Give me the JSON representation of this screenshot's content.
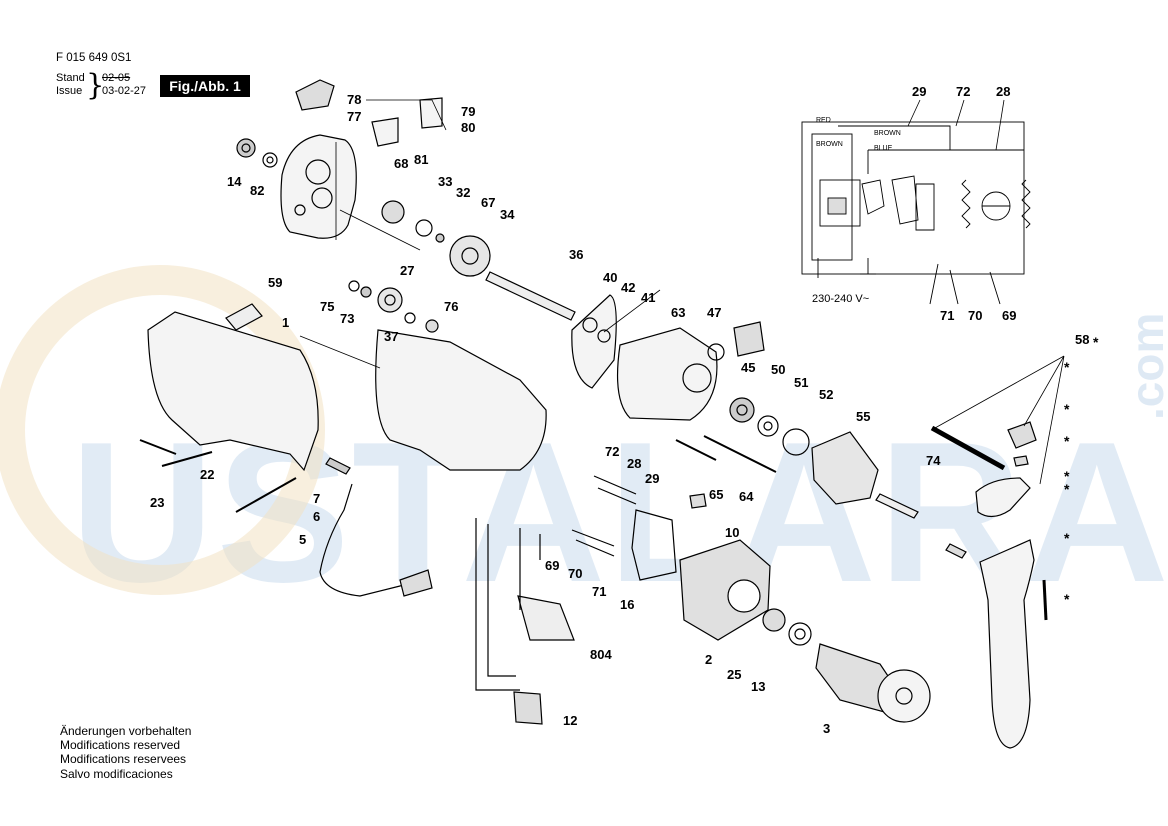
{
  "header": {
    "code": "F 015 649 0S1",
    "stand_label": "Stand",
    "issue_label": "Issue",
    "stand_value": "02-05",
    "issue_value": "03-02-27",
    "figure": "Fig./Abb. 1"
  },
  "footer": {
    "line1": "Änderungen vorbehalten",
    "line2": "Modifications reserved",
    "line3": "Modifications reservees",
    "line4": "Salvo modificaciones"
  },
  "watermark": {
    "text": "USTALARA",
    "suffix": ".com"
  },
  "colors": {
    "watermark": "#c9dcee",
    "logo_circle": "#f3e2c2"
  },
  "wiring": {
    "labels": {
      "red": "RED",
      "brown_top": "BROWN",
      "brown_left": "BROWN",
      "blue": "BLUE",
      "voltage": "230-240 V~"
    },
    "callouts": [
      "29",
      "72",
      "28",
      "71",
      "70",
      "69"
    ]
  },
  "parts": [
    {
      "n": "78"
    },
    {
      "n": "77"
    },
    {
      "n": "79"
    },
    {
      "n": "80"
    },
    {
      "n": "81"
    },
    {
      "n": "68"
    },
    {
      "n": "14"
    },
    {
      "n": "82"
    },
    {
      "n": "33"
    },
    {
      "n": "32"
    },
    {
      "n": "67"
    },
    {
      "n": "34"
    },
    {
      "n": "27"
    },
    {
      "n": "36"
    },
    {
      "n": "40"
    },
    {
      "n": "42"
    },
    {
      "n": "41"
    },
    {
      "n": "63"
    },
    {
      "n": "47"
    },
    {
      "n": "45"
    },
    {
      "n": "59"
    },
    {
      "n": "1"
    },
    {
      "n": "75"
    },
    {
      "n": "73"
    },
    {
      "n": "76"
    },
    {
      "n": "37"
    },
    {
      "n": "50"
    },
    {
      "n": "51"
    },
    {
      "n": "52"
    },
    {
      "n": "55"
    },
    {
      "n": "58"
    },
    {
      "n": "74"
    },
    {
      "n": "72"
    },
    {
      "n": "28"
    },
    {
      "n": "29"
    },
    {
      "n": "65"
    },
    {
      "n": "64"
    },
    {
      "n": "10"
    },
    {
      "n": "22"
    },
    {
      "n": "23"
    },
    {
      "n": "7"
    },
    {
      "n": "6"
    },
    {
      "n": "5"
    },
    {
      "n": "69"
    },
    {
      "n": "70"
    },
    {
      "n": "71"
    },
    {
      "n": "16"
    },
    {
      "n": "2"
    },
    {
      "n": "25"
    },
    {
      "n": "13"
    },
    {
      "n": "3"
    },
    {
      "n": "804"
    },
    {
      "n": "12"
    }
  ],
  "star": "*"
}
